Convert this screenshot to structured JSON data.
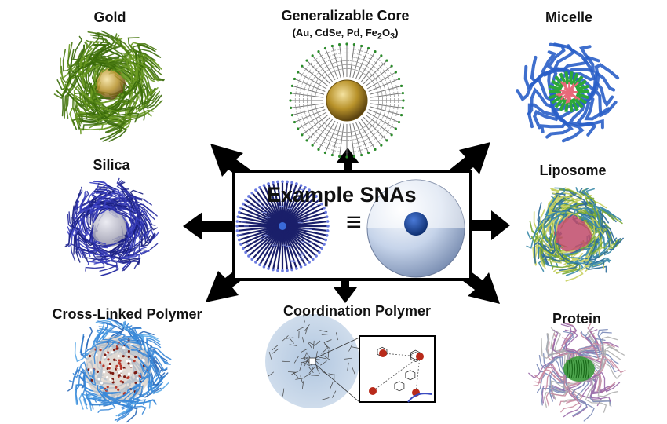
{
  "center": {
    "title": "Example SNAs",
    "equals": "≡"
  },
  "labels": {
    "gold": "Gold",
    "core": "Generalizable Core",
    "core_sub_prefix": "(Au, CdSe, Pd, Fe",
    "core_sub_2a": "2",
    "core_sub_o": "O",
    "core_sub_3": "3",
    "core_sub_suffix": ")",
    "micelle": "Micelle",
    "silica": "Silica",
    "liposome": "Liposome",
    "crosslinked": "Cross-Linked Polymer",
    "coordination": "Coordination Polymer",
    "protein": "Protein"
  },
  "colors": {
    "gold_strands": "#4a7a12",
    "gold_core": "#b8922a",
    "silica_strands": "#2a2fa0",
    "micelle_strands": "#2a5fc8",
    "micelle_core": "#e86a7a",
    "micelle_linker": "#2ca83a",
    "liposome_strands": "#3a8aa8",
    "liposome_core": "#c04a6a",
    "crosslinked_strands": "#3a88d8",
    "crosslinked_core": "#b8382a",
    "coordination_sphere": "#9ab4d4",
    "protein_strands": "#9a6aa8",
    "protein_core": "#3a9a3a",
    "arrow": "#000000",
    "sna_sphere": "#b8c8e0",
    "sna_dot": "#1a4a9a"
  }
}
